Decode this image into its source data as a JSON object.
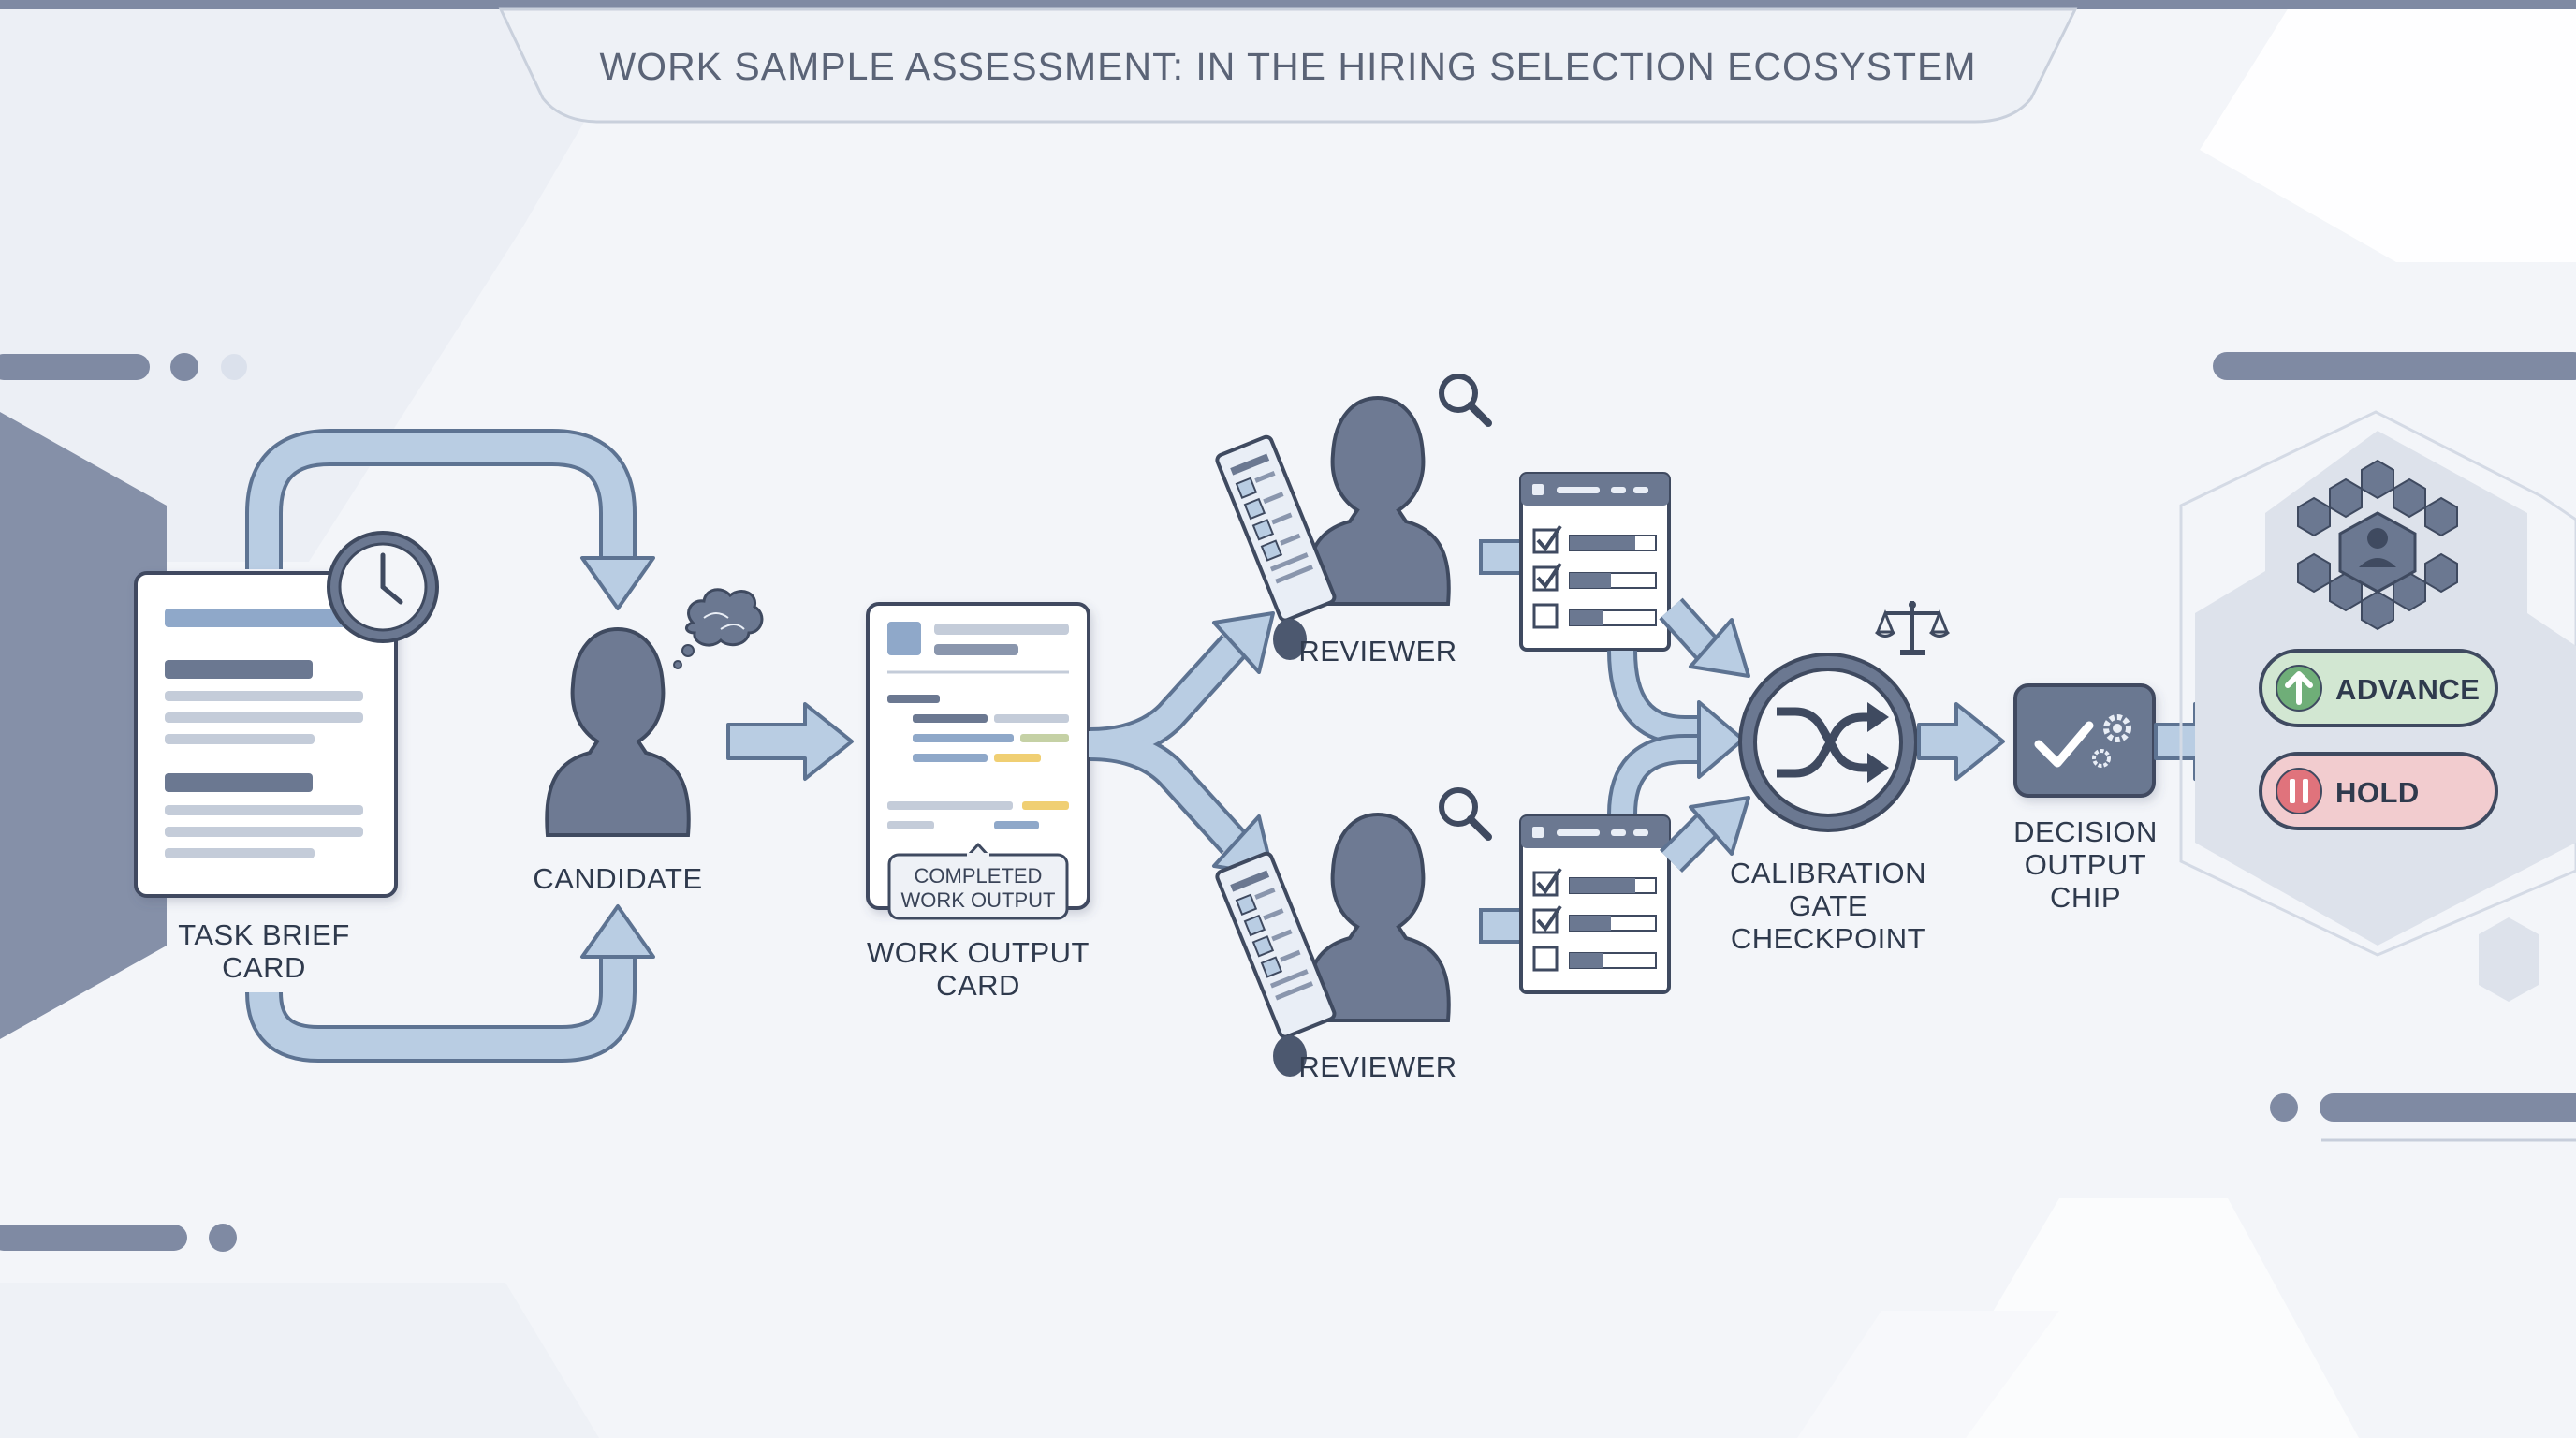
{
  "title": "WORK SAMPLE ASSESSMENT: IN THE HIRING SELECTION ECOSYSTEM",
  "nodes": {
    "task_brief": [
      "TASK BRIEF",
      "CARD"
    ],
    "candidate": [
      "CANDIDATE"
    ],
    "work_output": [
      "WORK OUTPUT",
      "CARD"
    ],
    "completed_badge": [
      "COMPLETED",
      "WORK OUTPUT"
    ],
    "reviewer_top": [
      "REVIEWER"
    ],
    "reviewer_bottom": [
      "REVIEWER"
    ],
    "calibration": [
      "CALIBRATION",
      "GATE",
      "CHECKPOINT"
    ],
    "decision": [
      "DECISION",
      "OUTPUT",
      "CHIP"
    ]
  },
  "outcomes": {
    "advance": "ADVANCE",
    "hold": "HOLD"
  },
  "icons": [
    "clock-icon",
    "brain-icon",
    "magnifier-icon",
    "scales-icon",
    "shuffle-icon",
    "check-gear-icon",
    "network-icon",
    "up-arrow-icon",
    "pause-icon"
  ],
  "colors": {
    "primary": "#6b7891",
    "person": "#6e7a93",
    "arrow_fill": "#b9cde3",
    "arrow_stroke": "#5d7392",
    "advance_bg": "#d2e7d2",
    "advance_icon": "#6fae78",
    "hold_bg": "#f2cccf",
    "hold_icon": "#e0737c",
    "accent_yellow": "#f0cf73"
  }
}
